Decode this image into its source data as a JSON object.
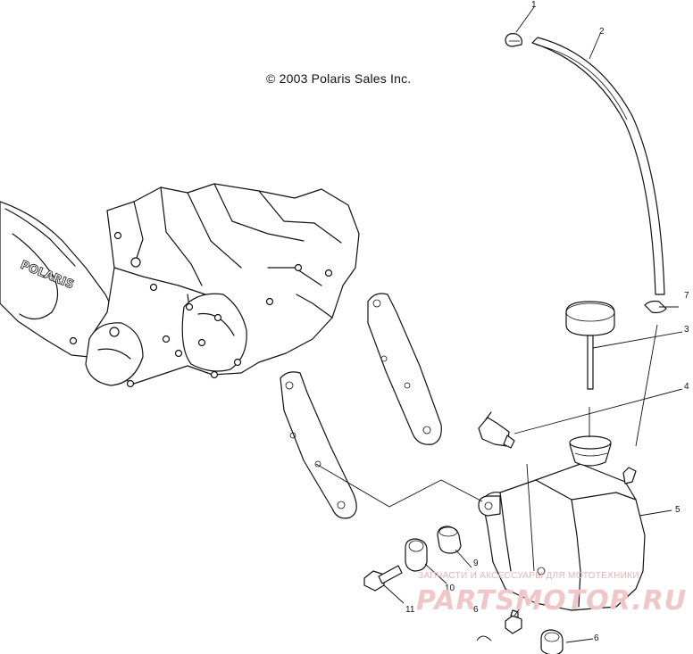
{
  "copyright": "© 2003 Polaris Sales Inc.",
  "engine_logo": "POLARIS",
  "watermark": {
    "tagline": "ЗАПЧАСТИ И АКСЕССУАРЫ ДЛЯ МОТОТЕХНИКИ",
    "brand": "PARTSMOTOR.RU"
  },
  "callouts": [
    "1",
    "2",
    "3",
    "4",
    "5",
    "6",
    "6",
    "9",
    "10",
    "11",
    "7"
  ]
}
